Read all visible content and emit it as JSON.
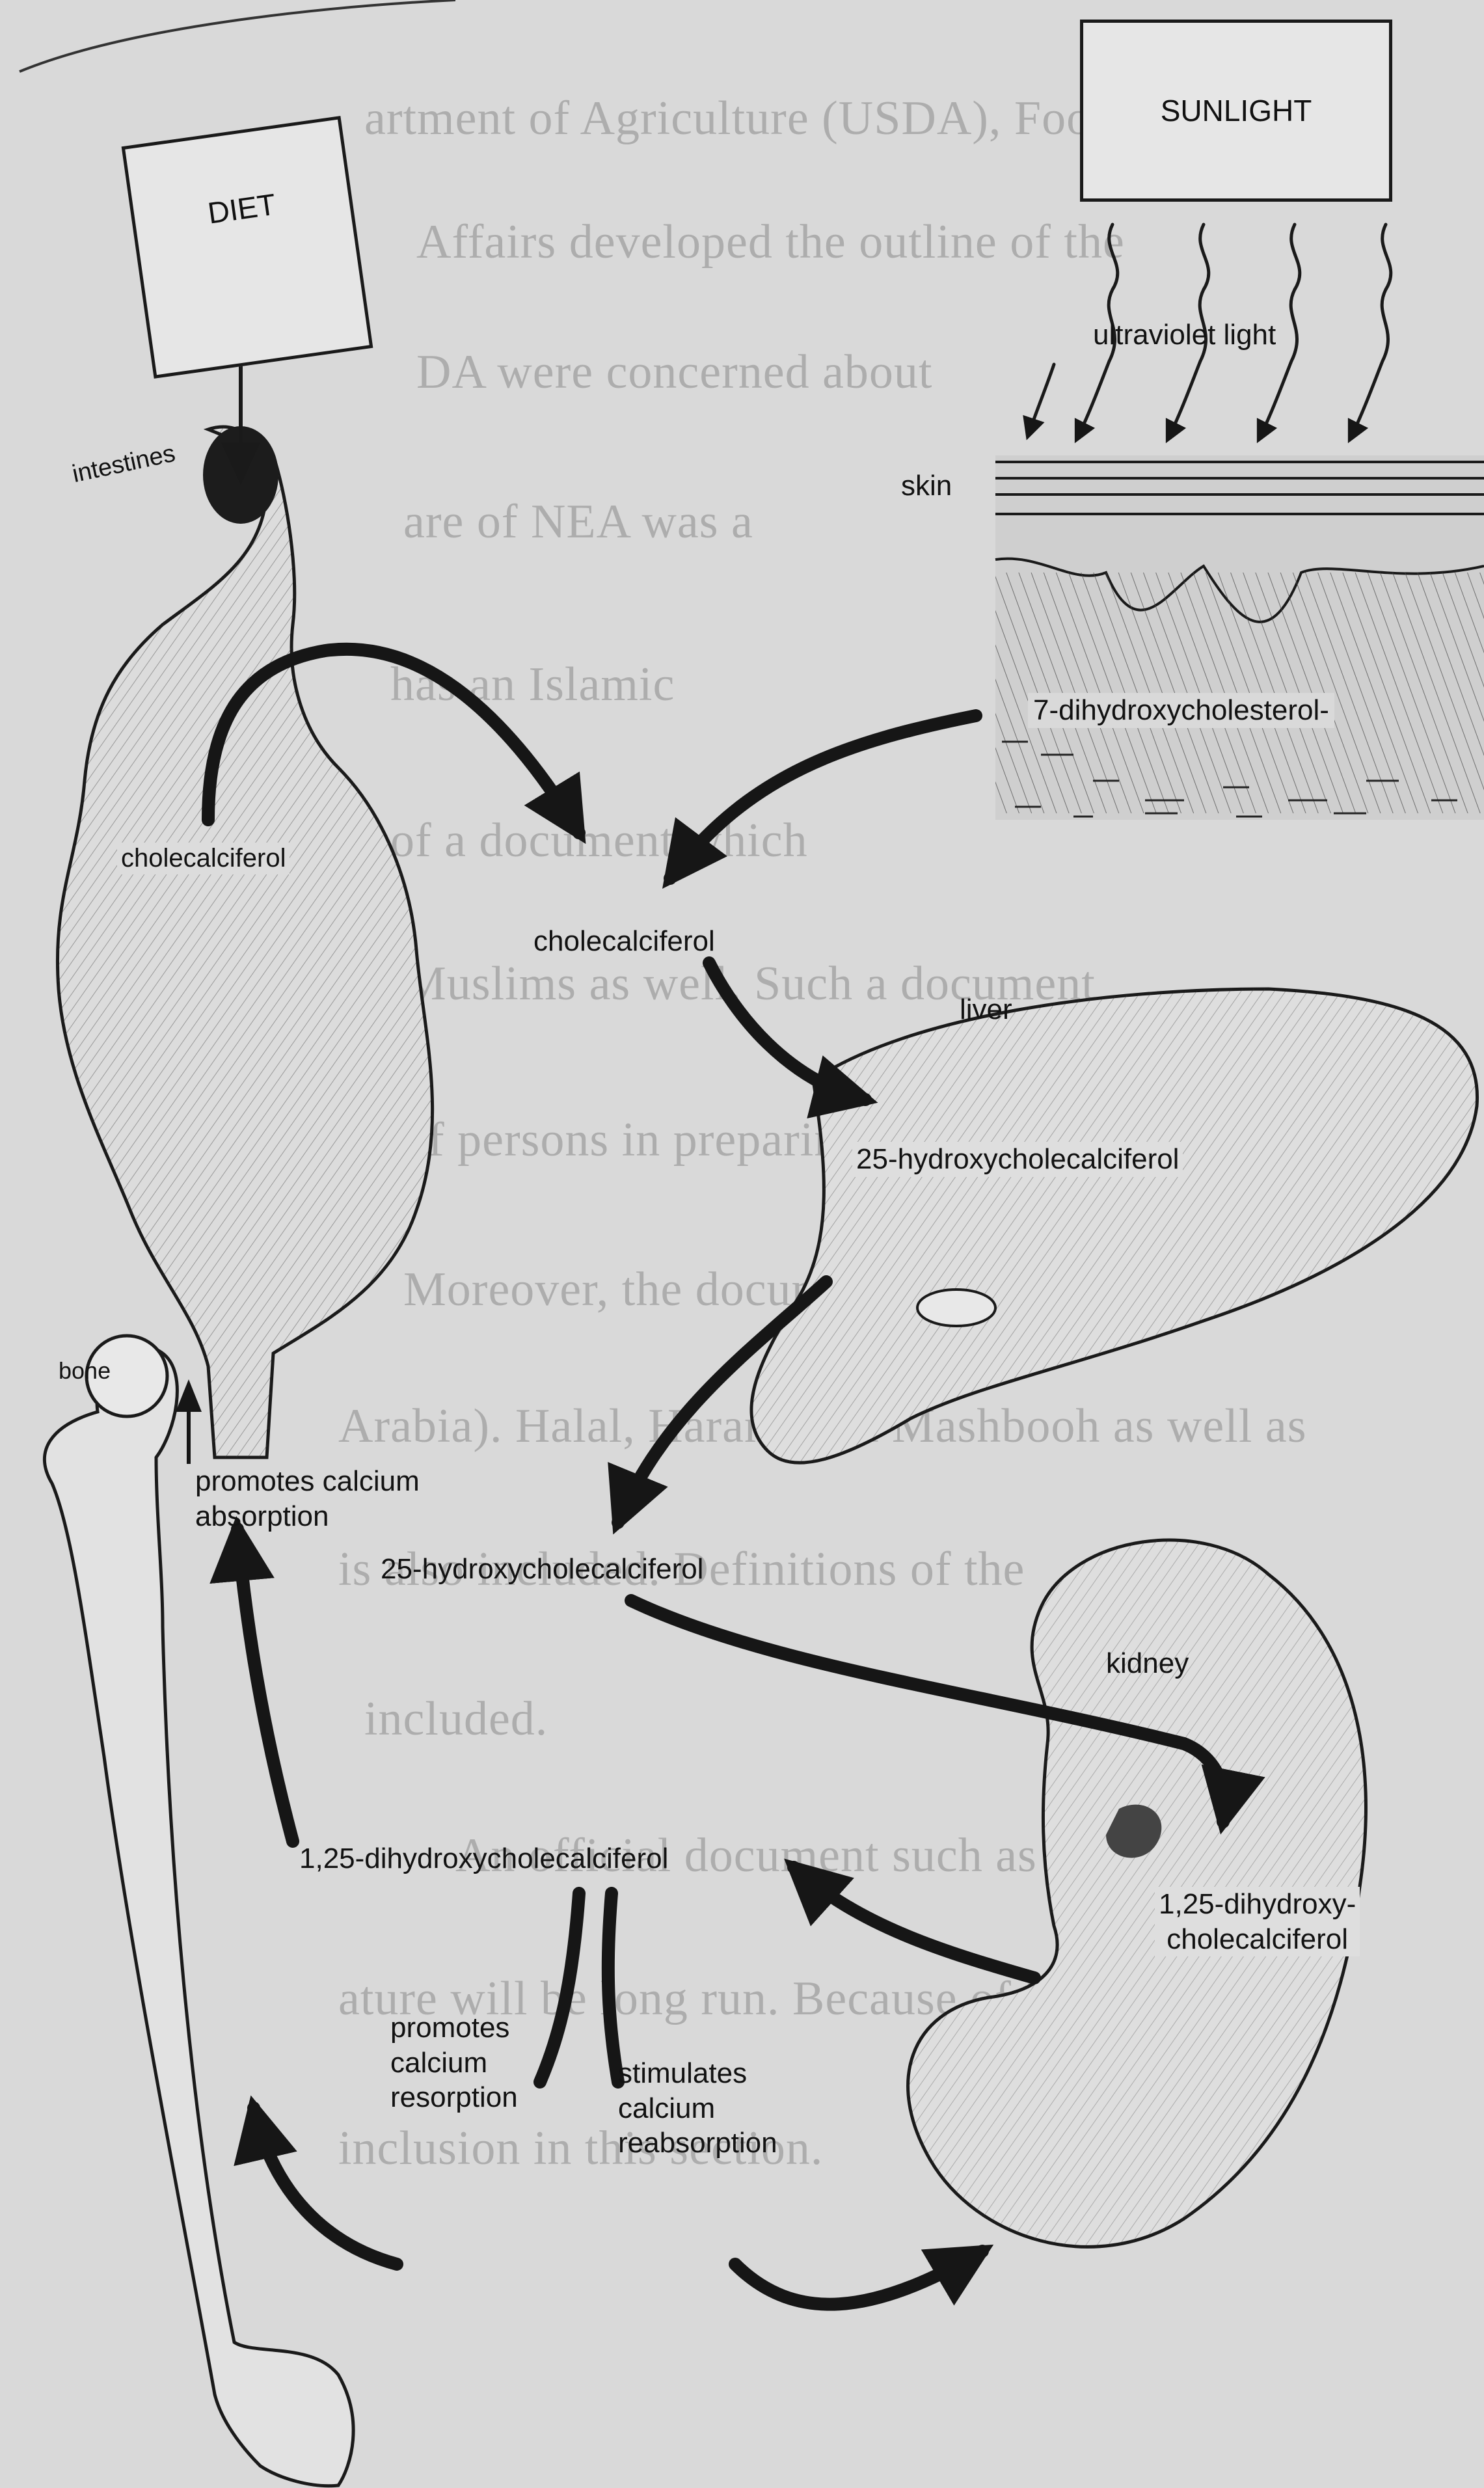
{
  "background_text": [
    "artment of Agriculture (USDA), Food and",
    "Affairs developed the outline of the",
    "DA were concerned about",
    "are of NEA was a",
    "has an Islamic",
    "of a document which",
    "Muslims as well. Such a document",
    "of persons in preparing",
    "Moreover, the document, based on",
    "Arabia). Halal, Haram, and Mashbooh as well as",
    "is also included. Definitions of the",
    "included.",
    "An official document such as this, coming",
    "ature will be long run. Because of its",
    "inclusion in this section."
  ],
  "diagram": {
    "diet": "DIET",
    "sunlight": "SUNLIGHT",
    "ultraviolet": "ultraviolet light",
    "skin": "skin",
    "dihydroxycholesterol": "7-dihydroxycholesterol-",
    "intestines": "intestines",
    "intestine_cholecalciferol": "cholecalciferol",
    "cholecalciferol": "cholecalciferol",
    "liver": "liver",
    "liver_hydroxy": "25-hydroxycholecalciferol",
    "bone": "bone",
    "promotes_absorption_1": "promotes calcium",
    "promotes_absorption_2": "absorption",
    "center_hydroxy": "25-hydroxycholecalciferol",
    "kidney": "kidney",
    "center_dihydroxy": "1,25-dihydroxycholecalciferol",
    "kidney_dihydroxy_1": "1,25-dihydroxy-",
    "kidney_dihydroxy_2": "cholecalciferol",
    "resorption_1": "promotes",
    "resorption_2": "calcium",
    "resorption_3": "resorption",
    "reabsorption_1": "stimulates",
    "reabsorption_2": "calcium",
    "reabsorption_3": "reabsorption"
  }
}
